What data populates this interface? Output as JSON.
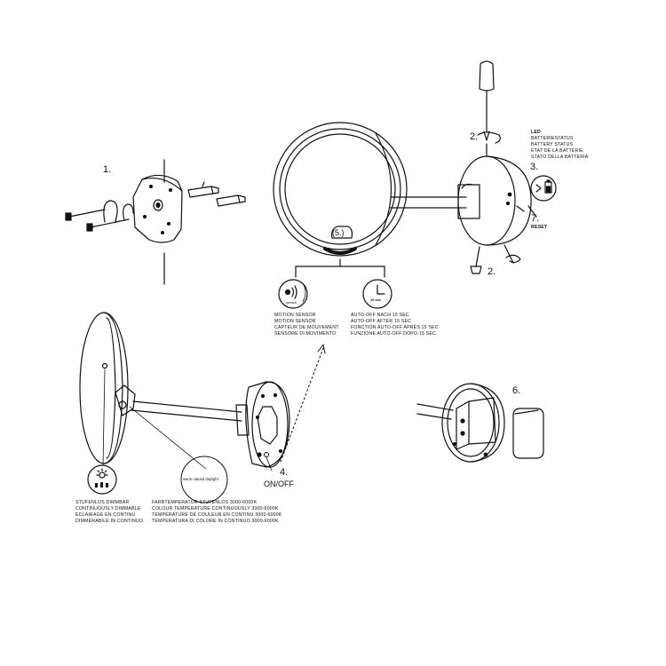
{
  "steps": {
    "s1": "1.",
    "s2a": "2.",
    "s2b": "2.",
    "s3": "3.",
    "s4": "4.",
    "s5": "(5.)",
    "s6": "6.",
    "s7": "7."
  },
  "labels": {
    "on_off": "ON/OFF",
    "led": "LED",
    "reset": "RESET",
    "sensor_icon_text": "sensor",
    "timer_icon_text": "15 sec",
    "color_icon_text": "warm natural daylight"
  },
  "battery_status_lines": [
    "BATTERIESTATUS",
    "BATTERY STATUS",
    "ÉTAT DE LA BATTERIE",
    "STATO DELLA BATTERIA"
  ],
  "motion_sensor_lines": [
    "MOTION SENSOR",
    "MOTION SENSOR",
    "CAPTEUR DE MOUVEMENT",
    "SENSORE DI MOVIMENTO"
  ],
  "auto_off_lines": [
    "AUTO-OFF NACH 15 SEC",
    "AUTO-OFF AFTER 15 SEC",
    "FONCTION AUTO-OFF APRÈS 15 SEC",
    "FUNZIONE AUTO-OFF DOPO 15 SEC"
  ],
  "dimmable_lines": [
    "STUFENLOS DIMMBAR",
    "CONTINUOUSLY DIMMABLE",
    "ÉCLAIRAGE EN CONTINU",
    "DIMMERABILE IN CONTINUO"
  ],
  "color_temp_lines": [
    "FARBTEMPERATUR STUFENLOS 3000-6000K",
    "COLOUR TEMPERATURE CONTINUOUSLY 3000-6000K",
    "TEMPÉRATURE DE COULEUR EN CONTINU 3000-6000K",
    "TEMPERATURA DI COLORE IN CONTINUO 3000-6000K"
  ]
}
